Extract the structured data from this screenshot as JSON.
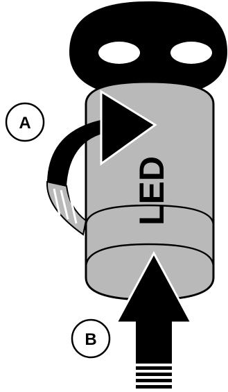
{
  "callouts": {
    "a": {
      "label": "A"
    },
    "b": {
      "label": "B"
    }
  },
  "body_text": "LED",
  "colors": {
    "body_fill": "#b9b9b9",
    "body_stroke": "#000000",
    "ink": "#000000",
    "background": "#ffffff"
  },
  "icons": {
    "mount": "mounting-flange-icon",
    "rotate": "rotate-arrow-icon",
    "push": "push-up-arrow-icon"
  }
}
